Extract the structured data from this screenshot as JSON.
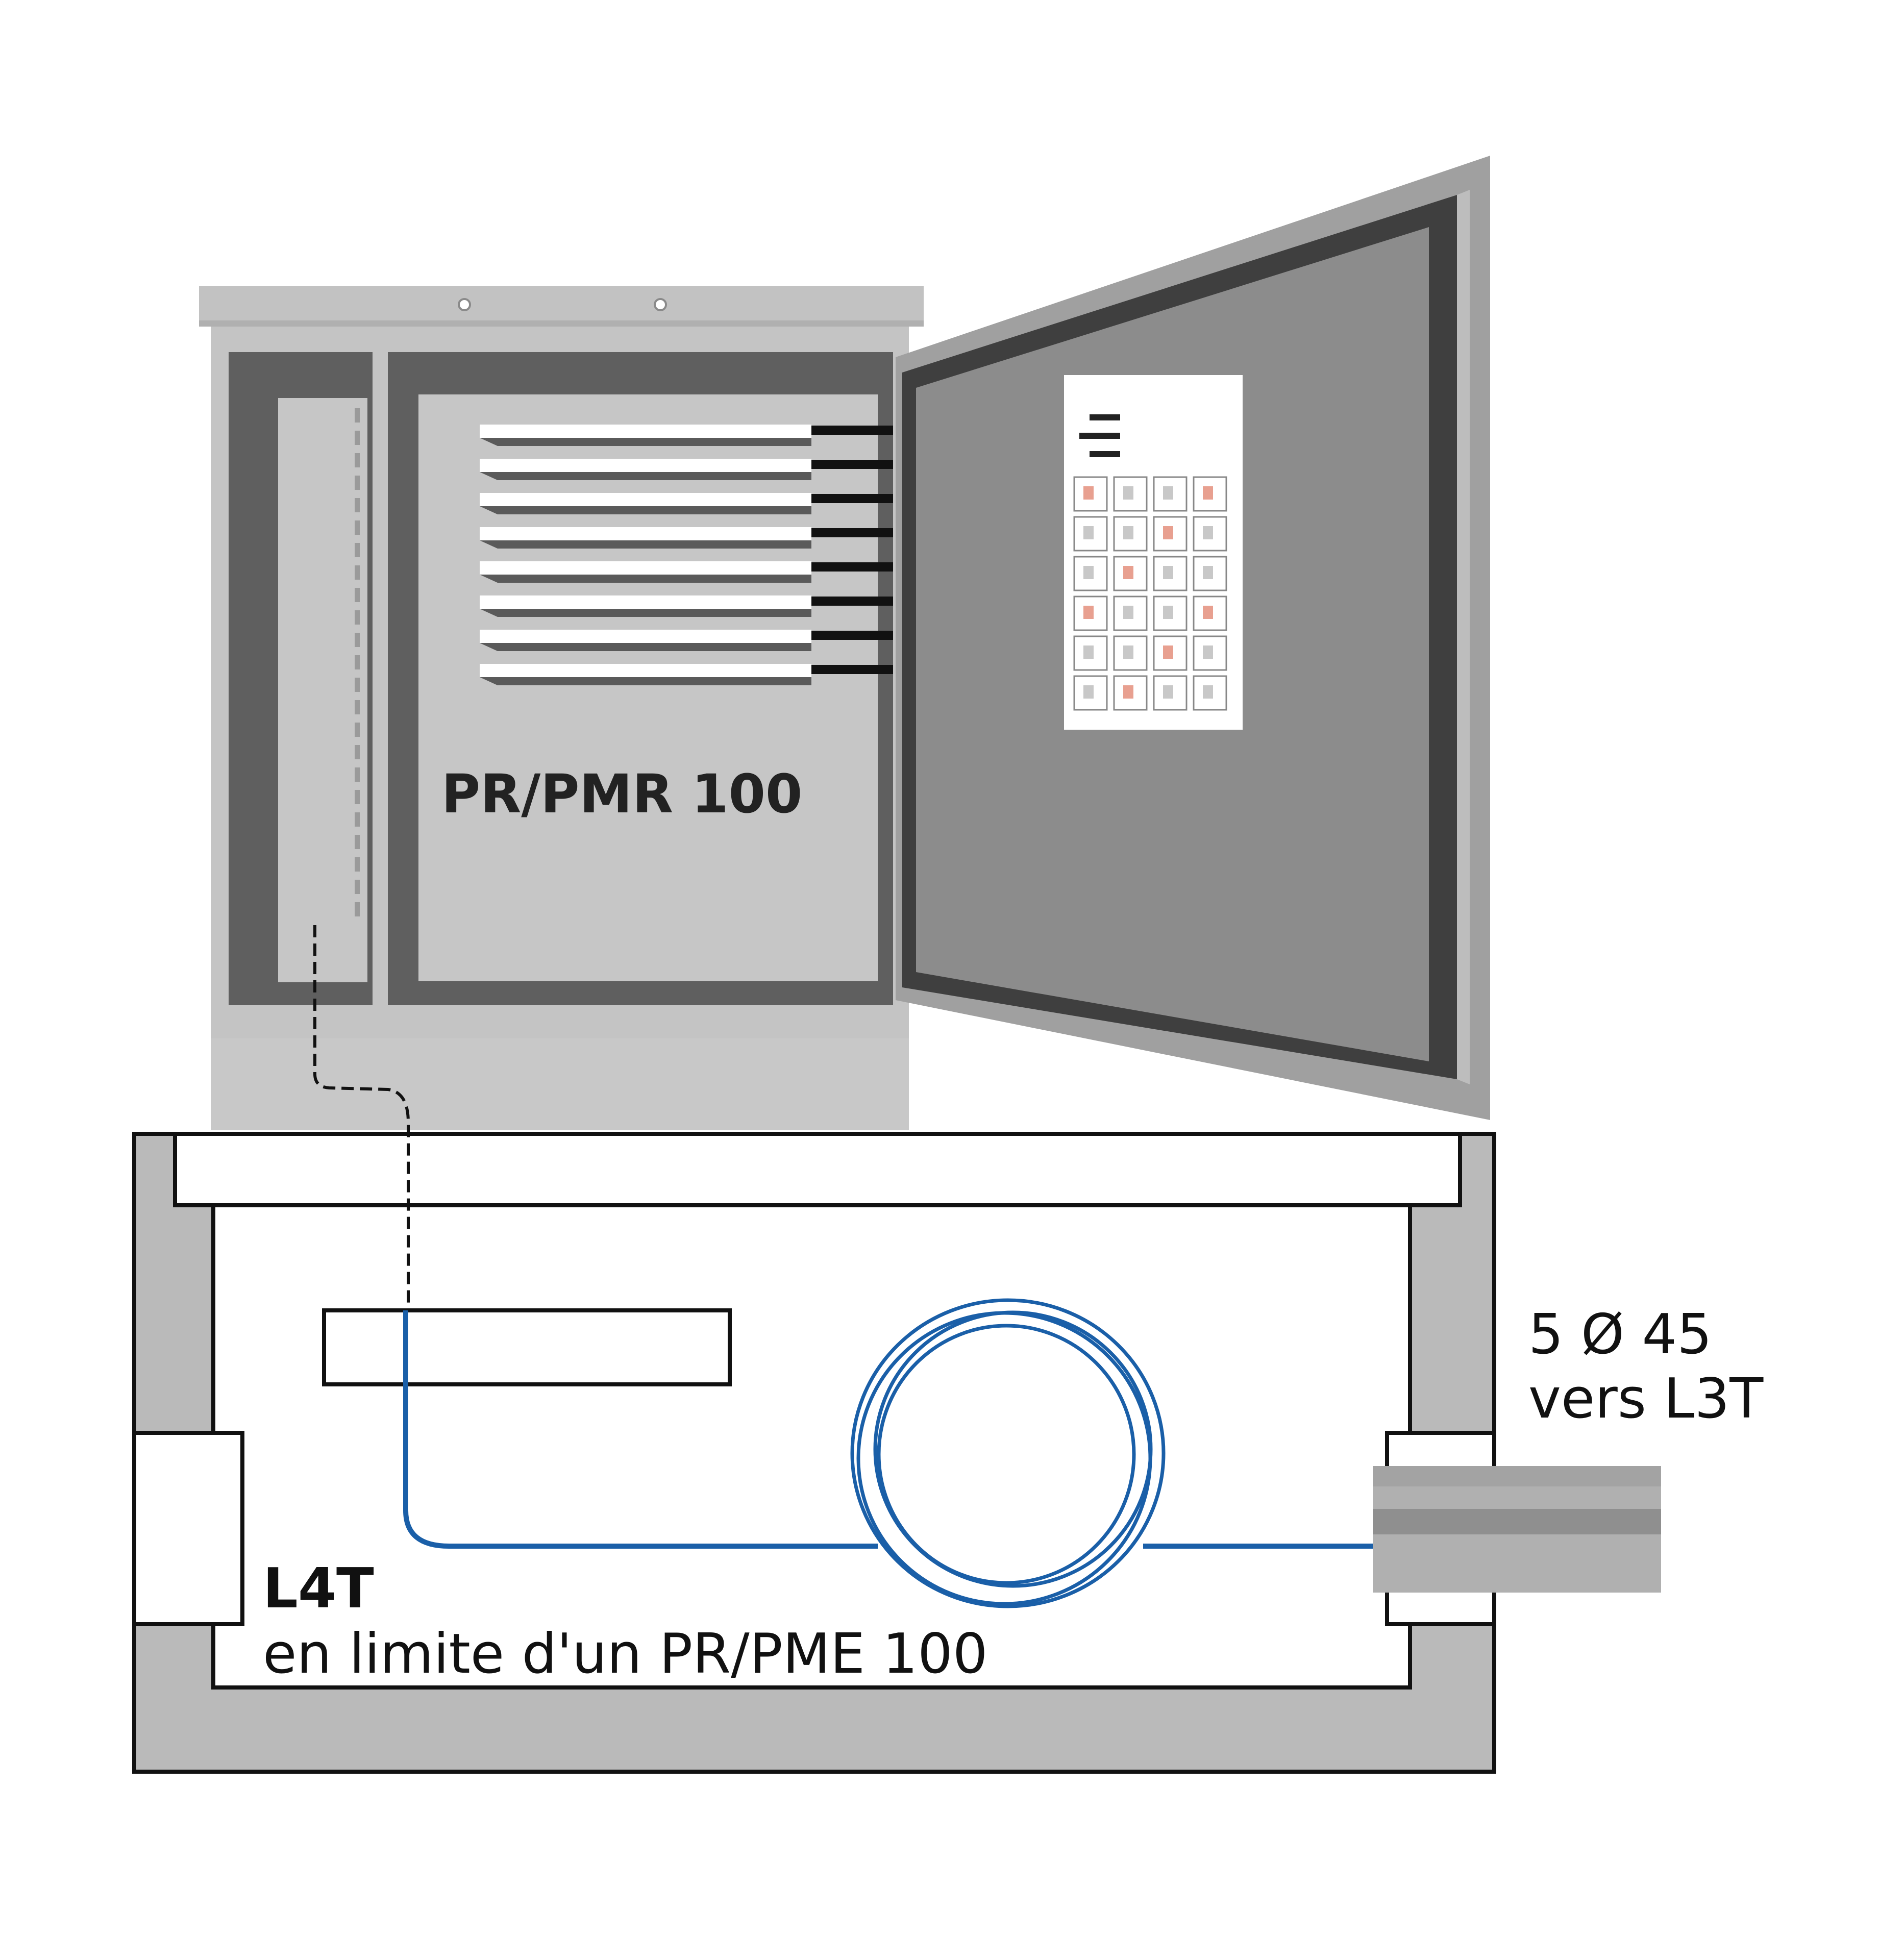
{
  "diagram": {
    "cabinet_label": "PR/PMR 100",
    "chamber_label_title": "L4T",
    "chamber_label_subtitle": "en limite d'un PR/PME 100",
    "duct_label_line1": "5 Ø 45",
    "duct_label_line2": "vers L3T",
    "door_sheet_title_lines": 3,
    "door_sheet_grid": {
      "columns": 4,
      "rows": 6
    },
    "splice_trays": 8,
    "colors": {
      "cabinet_body": "#c4c4c4",
      "cabinet_dark": "#5f5f5f",
      "door_face": "#8c8c8c",
      "door_border": "#3f3f3f",
      "chamber_wall": "#bababa",
      "fiber_cable": "#1a5fa8",
      "duct_light": "#b0b0b0",
      "duct_dark": "#8f8f8f",
      "outline": "#111111"
    }
  }
}
